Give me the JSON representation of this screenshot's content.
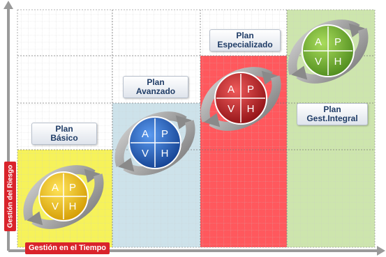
{
  "axes": {
    "x_label": "Gestión en el Tiempo",
    "y_label": "Gestión del Riesgo"
  },
  "plans": [
    {
      "title_line1": "Plan",
      "title_line2": "Básico",
      "color": "#f2c200",
      "zone_color": "#f7f35f",
      "quadrants": {
        "tl": "A",
        "tr": "P",
        "bl": "V",
        "br": "H"
      }
    },
    {
      "title_line1": "Plan",
      "title_line2": "Avanzado",
      "color": "#1f5fbf",
      "zone_color": "#cfe3ea",
      "quadrants": {
        "tl": "A",
        "tr": "P",
        "bl": "V",
        "br": "H"
      }
    },
    {
      "title_line1": "Plan",
      "title_line2": "Especializado",
      "color": "#c41e24",
      "zone_color": "#ff5a5f",
      "quadrants": {
        "tl": "A",
        "tr": "P",
        "bl": "V",
        "br": "H"
      }
    },
    {
      "title_line1": "Plan",
      "title_line2": "Gest.Integral",
      "color": "#7ab534",
      "zone_color": "#cde6ad",
      "quadrants": {
        "tl": "A",
        "tr": "P",
        "bl": "V",
        "br": "H"
      }
    }
  ]
}
